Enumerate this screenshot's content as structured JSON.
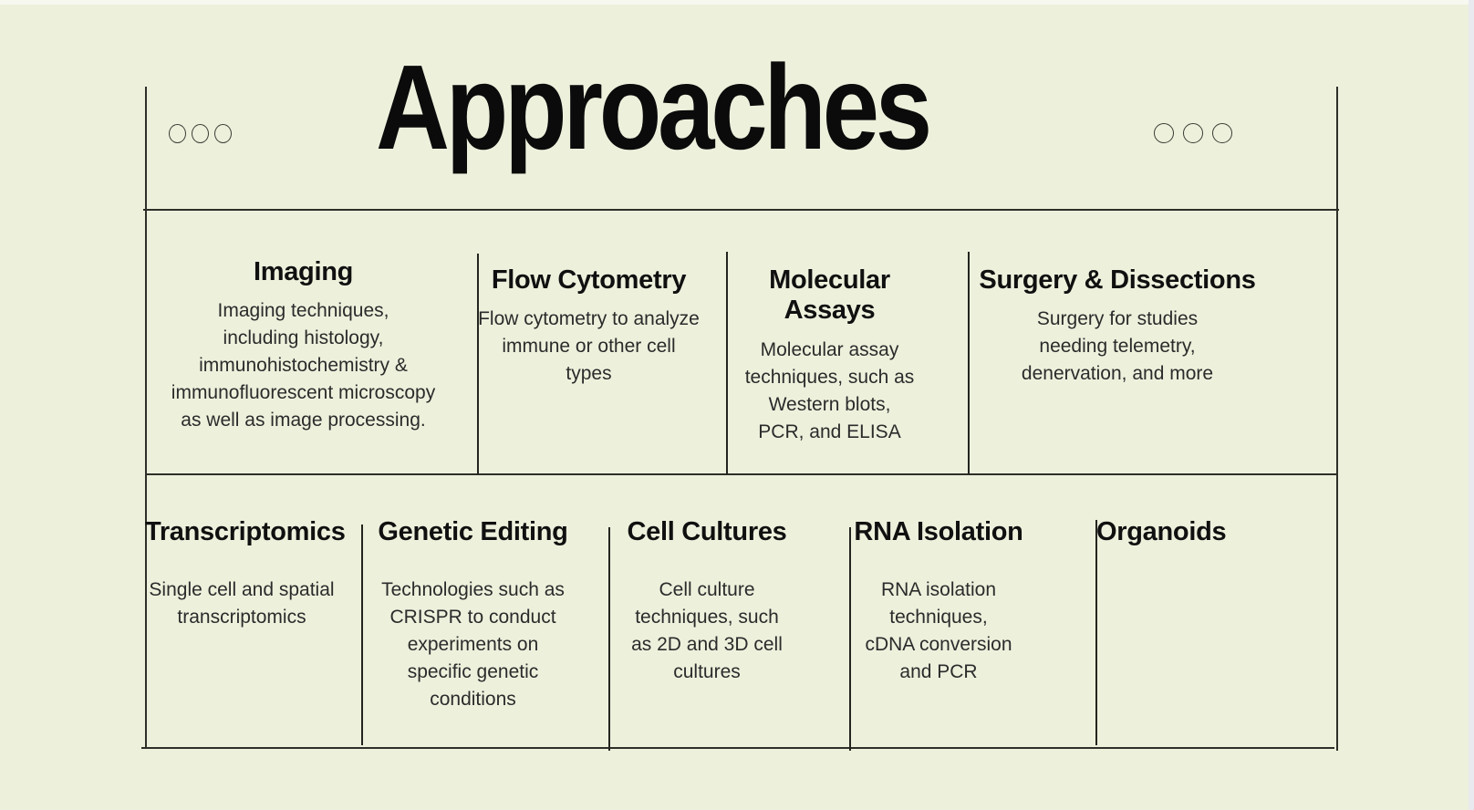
{
  "page": {
    "title": "Approaches"
  },
  "decor": {
    "left_dot_count": 3,
    "right_dot_count": 3
  },
  "colors": {
    "background": "#edf1dc",
    "line": "#2e2f28",
    "heading_text": "#101010",
    "body_text": "#2b2b2b"
  },
  "rows": [
    {
      "cells": [
        {
          "heading": "Imaging",
          "body": "Imaging techniques,\nincluding histology,\nimmunohistochemistry &\nimmunofluorescent microscopy\nas well as image processing."
        },
        {
          "heading": "Flow Cytometry",
          "body": "Flow cytometry to analyze\nimmune or other cell types"
        },
        {
          "heading": "Molecular Assays",
          "body": "Molecular assay\ntechniques, such as\nWestern blots,\nPCR, and ELISA"
        },
        {
          "heading": "Surgery & Dissections",
          "body": "Surgery for studies\nneeding telemetry,\ndenervation, and more"
        }
      ]
    },
    {
      "cells": [
        {
          "heading": "Transcriptomics",
          "body": "Single cell and spatial\ntranscriptomics"
        },
        {
          "heading": "Genetic Editing",
          "body": "Technologies such as\nCRISPR to conduct\nexperiments on\nspecific genetic\nconditions"
        },
        {
          "heading": "Cell Cultures",
          "body": "Cell culture\ntechniques, such\nas 2D and 3D cell\ncultures"
        },
        {
          "heading": "RNA Isolation",
          "body": "RNA isolation\ntechniques,\ncDNA conversion\nand PCR"
        },
        {
          "heading": "Organoids",
          "body": ""
        }
      ]
    }
  ]
}
